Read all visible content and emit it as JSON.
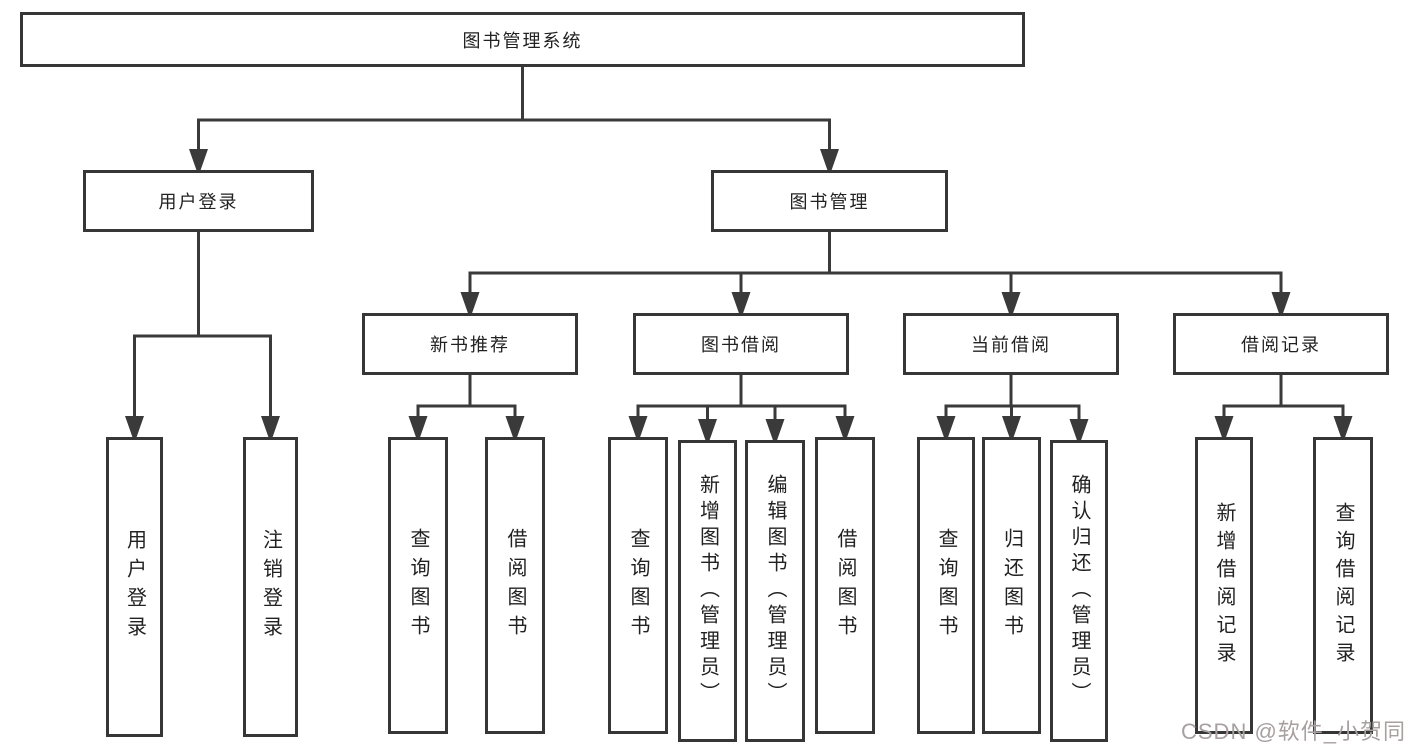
{
  "diagram_title": "图书管理系统",
  "tree": {
    "label": "图书管理系统",
    "children": [
      {
        "label": "用户登录",
        "children": [
          {
            "label": "用户登录"
          },
          {
            "label": "注销登录"
          }
        ]
      },
      {
        "label": "图书管理",
        "children": [
          {
            "label": "新书推荐",
            "children": [
              {
                "label": "查询图书"
              },
              {
                "label": "借阅图书"
              }
            ]
          },
          {
            "label": "图书借阅",
            "children": [
              {
                "label": "查询图书"
              },
              {
                "label": "新增图书（管理员）"
              },
              {
                "label": "编辑图书（管理员）"
              },
              {
                "label": "借阅图书"
              }
            ]
          },
          {
            "label": "当前借阅",
            "children": [
              {
                "label": "查询图书"
              },
              {
                "label": "归还图书"
              },
              {
                "label": "确认归还（管理员）"
              }
            ]
          },
          {
            "label": "借阅记录",
            "children": [
              {
                "label": "新增借阅记录"
              },
              {
                "label": "查询借阅记录"
              }
            ]
          }
        ]
      }
    ]
  },
  "watermark": {
    "text": "CSDN @软件_小贺同学"
  },
  "colors": {
    "line": "#363636",
    "text": "#222222",
    "background": "#ffffff",
    "watermark": "#a8a0a0"
  }
}
